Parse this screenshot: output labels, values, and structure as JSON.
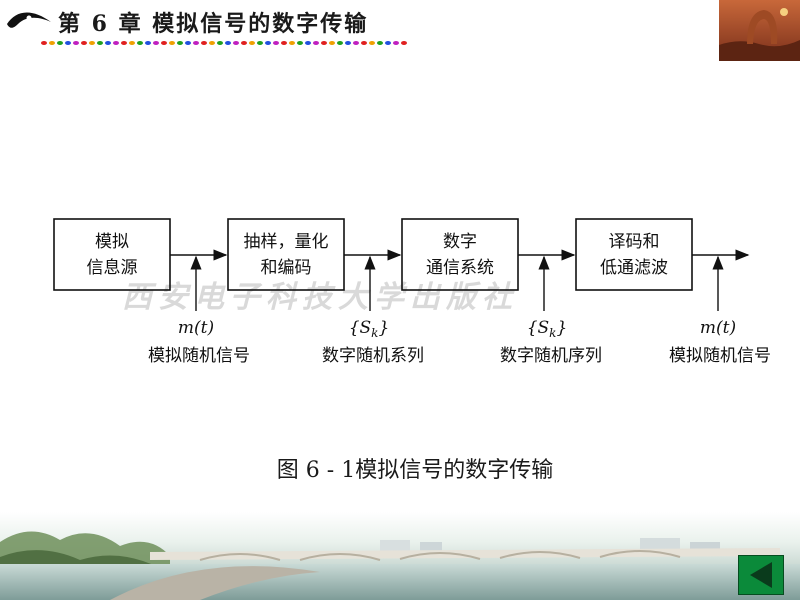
{
  "header": {
    "title": "第 6 章   模拟信号的数字传输"
  },
  "diagram": {
    "watermark": "西安电子科技大学出版社",
    "blocks": [
      {
        "line1": "模拟",
        "line2": "信息源"
      },
      {
        "line1": "抽样，量化",
        "line2": "和编码"
      },
      {
        "line1": "数字",
        "line2": "通信系统"
      },
      {
        "line1": "译码和",
        "line2": "低通滤波"
      }
    ],
    "signals": [
      {
        "math": "m(t)",
        "label": "模拟随机信号"
      },
      {
        "math": "{Sk}",
        "label": "数字随机系列"
      },
      {
        "math": "{Sk}",
        "label": "数字随机序列"
      },
      {
        "math": "m(t)",
        "label": "模拟随机信号"
      }
    ]
  },
  "caption": "图 6 - 1模拟信号的数字传输",
  "nav": {
    "back_icon": "triangle-left-icon",
    "back_color": "#0b8a3a"
  },
  "colors": {
    "title_text": "#1a1a1a",
    "watermark": "#d9d9d9"
  }
}
